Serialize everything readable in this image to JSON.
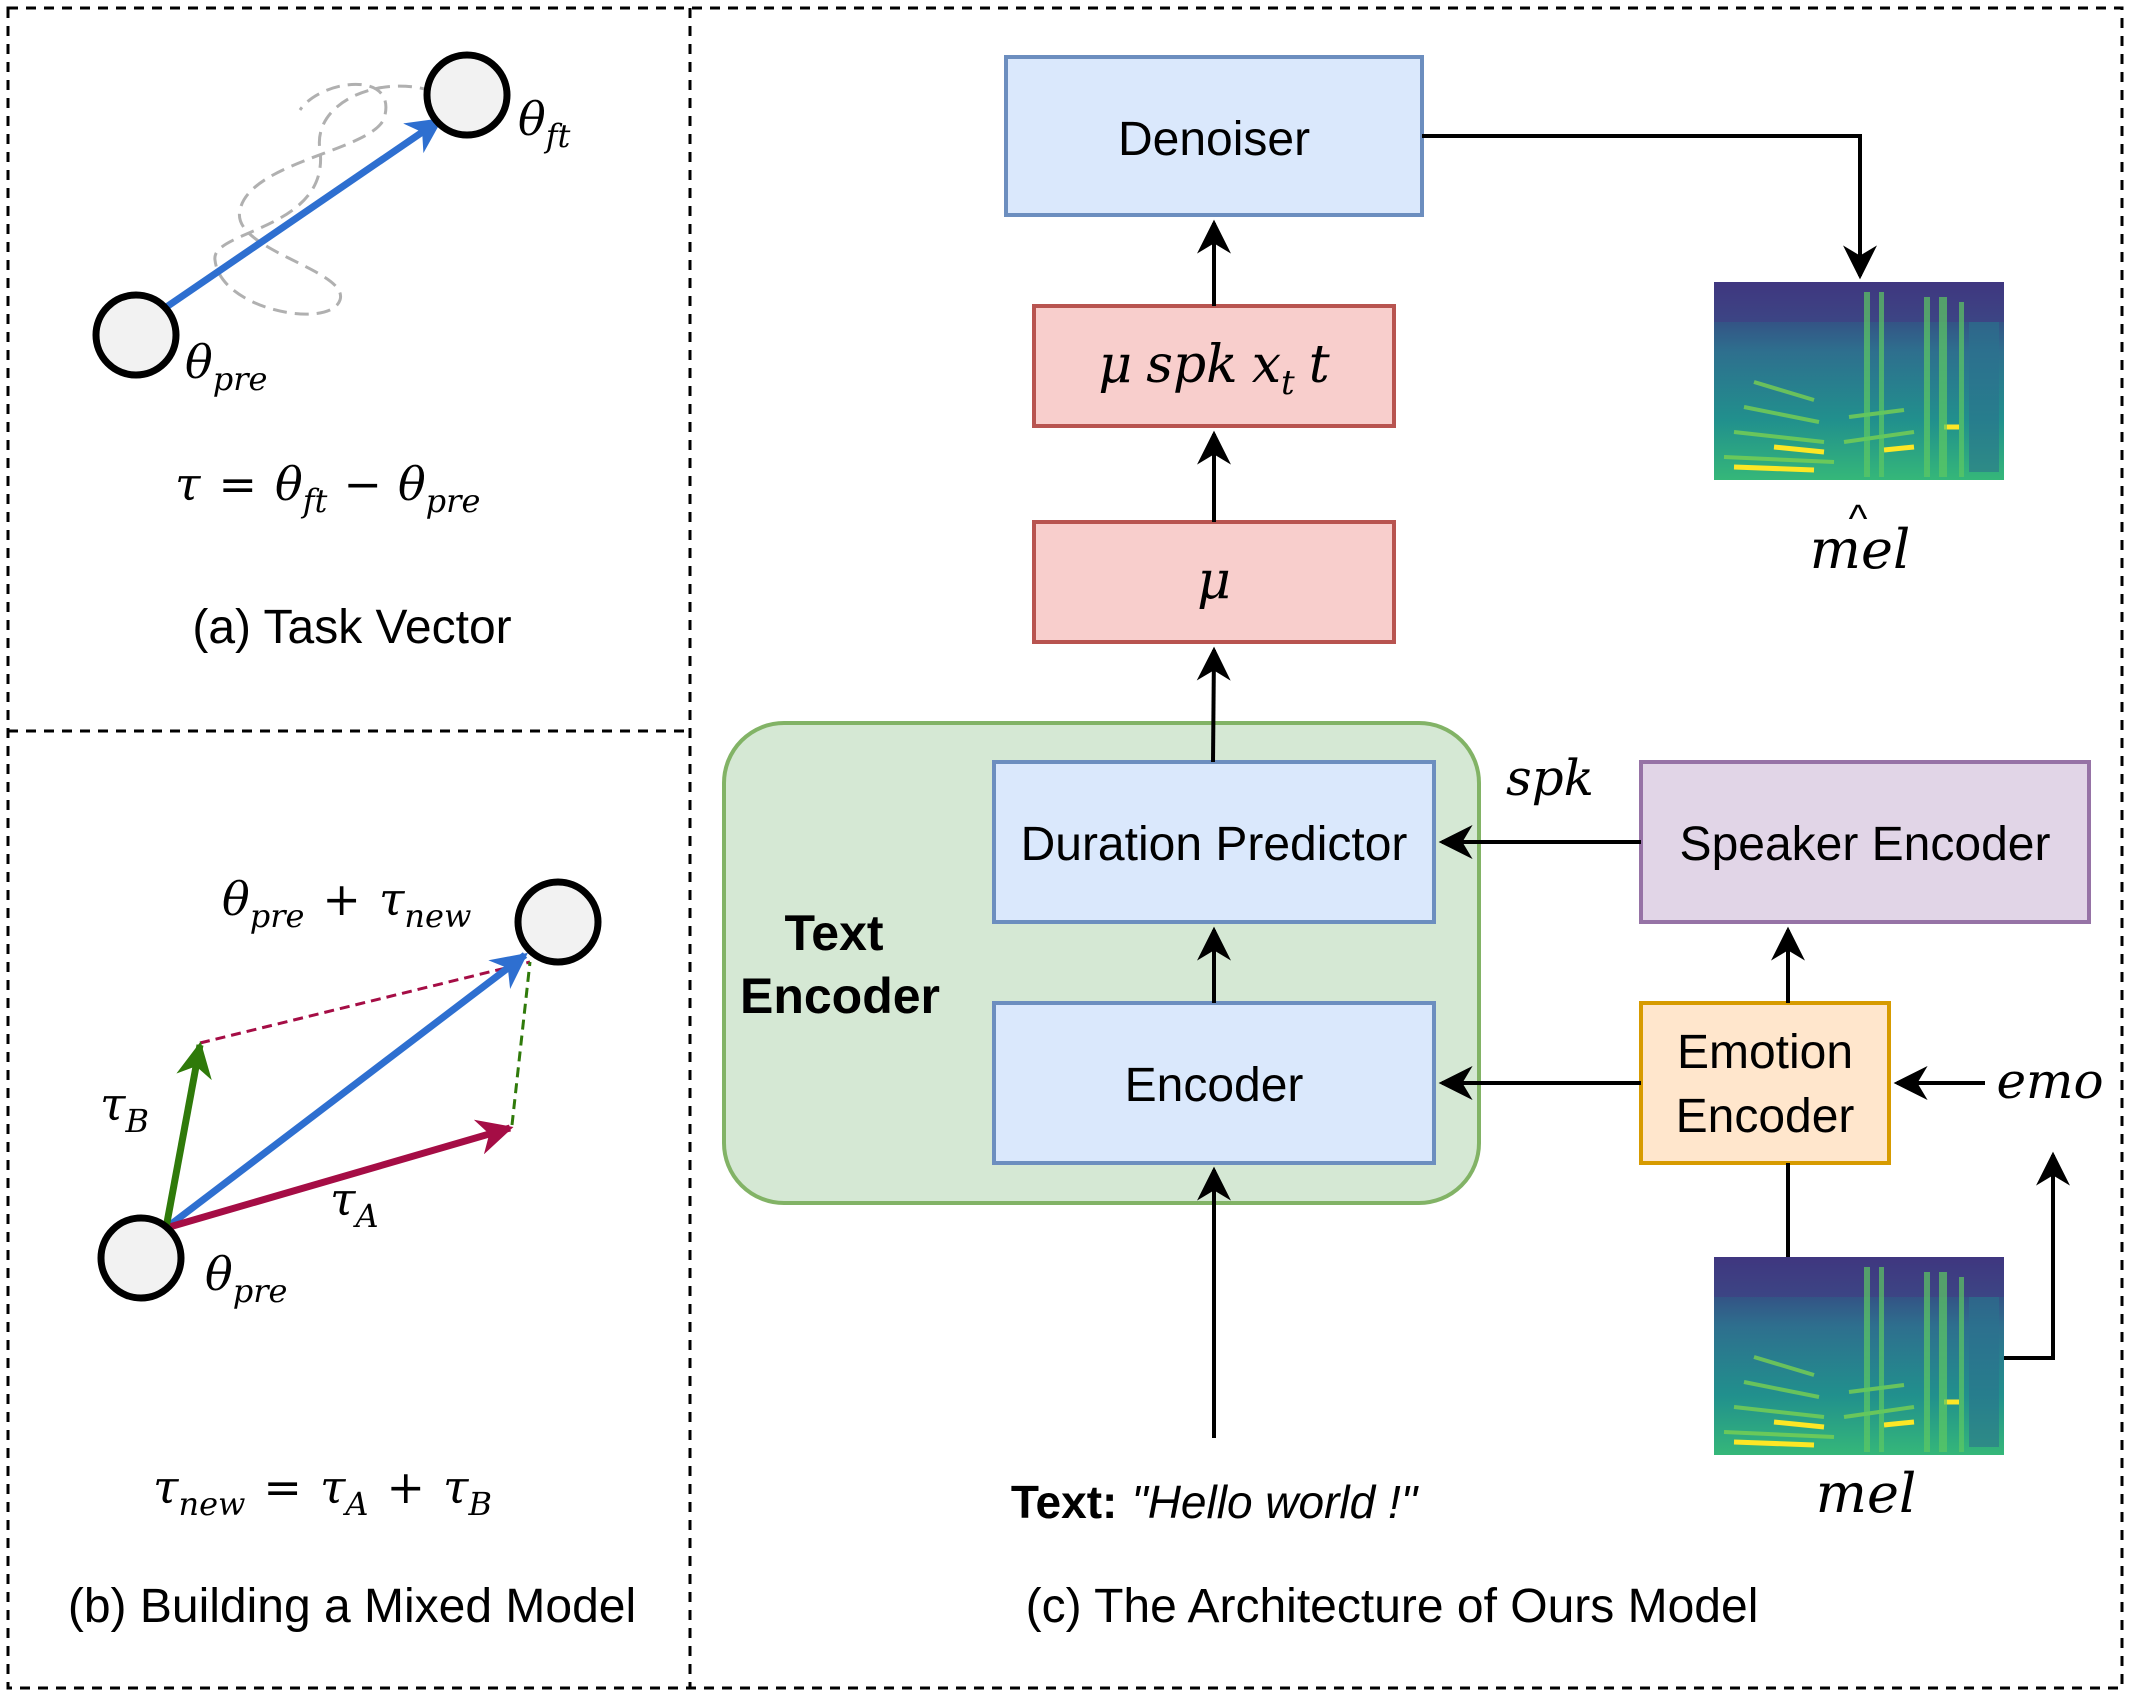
{
  "panel_a": {
    "caption": "(a) Task Vector",
    "theta": "θ",
    "ft": "ft",
    "pre": "pre",
    "tau": "τ",
    "equals": "=",
    "minus": "−"
  },
  "panel_b": {
    "caption": "(b) Building a Mixed Model",
    "theta": "θ",
    "tau": "τ",
    "pre": "pre",
    "new": "new",
    "A": "A",
    "B": "B",
    "plus": "+",
    "equals": "="
  },
  "panel_c": {
    "caption": "(c) The Architecture of Ours Model",
    "denoiser": "Denoiser",
    "mu": "μ",
    "spk": "spk",
    "x": "x",
    "t_sub": "t",
    "t": "t",
    "duration_predictor": "Duration Predictor",
    "encoder": "Encoder",
    "text_encoder_line1": "Text",
    "text_encoder_line2": "Encoder",
    "speaker_encoder": "Speaker Encoder",
    "emotion_encoder_line1": "Emotion",
    "emotion_encoder_line2": "Encoder",
    "spk_label": "spk",
    "emo_label": "emo",
    "mel_label": "mel",
    "mel_hat_label": "mel",
    "hat": "^",
    "text_prefix": "Text:",
    "text_input": "\"Hello world !\""
  },
  "colors": {
    "blue_fill": "#dae8fc",
    "blue_stroke": "#6c8ebf",
    "red_fill": "#f8cecc",
    "red_stroke": "#b85450",
    "green_fill": "#d5e8d4",
    "green_stroke": "#82b366",
    "purple_fill": "#e1d5e7",
    "purple_stroke": "#9673a6",
    "orange_fill": "#ffe6cc",
    "orange_stroke": "#d79b00",
    "vector_blue": "#2e6fd0",
    "vector_red": "#a50d45",
    "vector_green": "#2f7a0a"
  }
}
